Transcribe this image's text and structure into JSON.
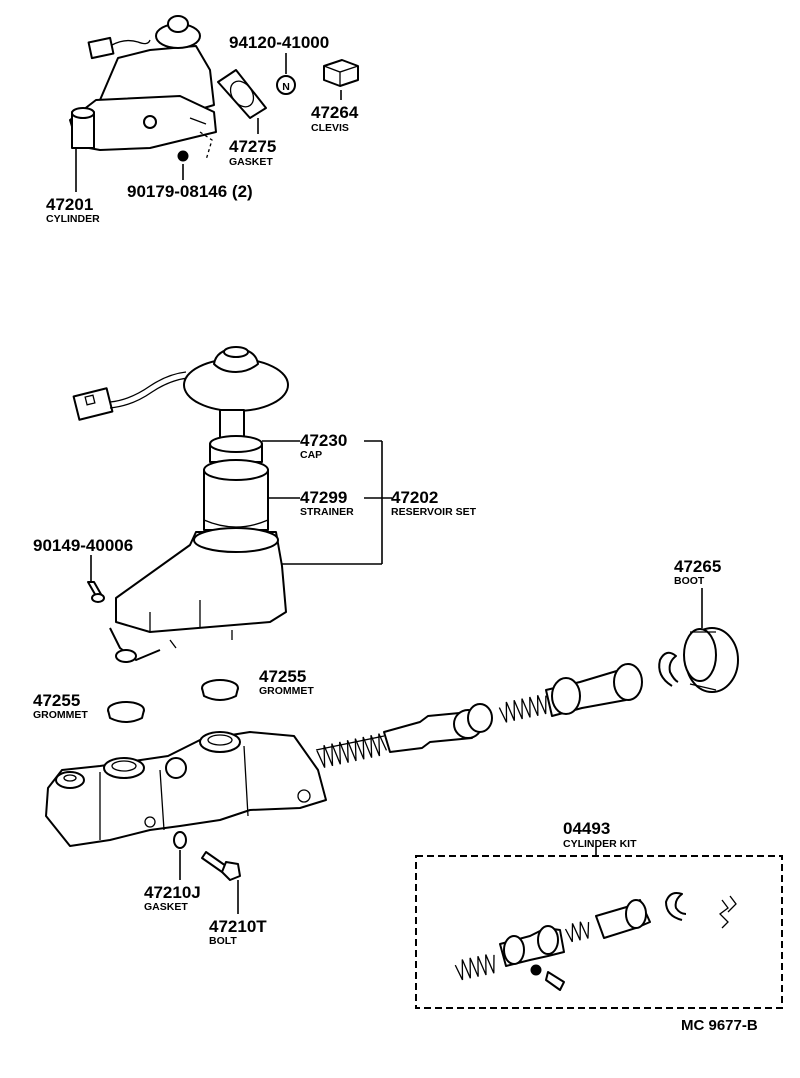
{
  "parts": {
    "p94120": {
      "number": "94120-41000",
      "label": ""
    },
    "p47264": {
      "number": "47264",
      "label": "CLEVIS"
    },
    "p47275": {
      "number": "47275",
      "label": "GASKET"
    },
    "p47201": {
      "number": "47201",
      "label": "CYLINDER"
    },
    "p90179": {
      "number": "90179-08146 (2)",
      "label": ""
    },
    "p47230": {
      "number": "47230",
      "label": "CAP"
    },
    "p47299": {
      "number": "47299",
      "label": "STRAINER"
    },
    "p47202": {
      "number": "47202",
      "label": "RESERVOIR SET"
    },
    "p90149": {
      "number": "90149-40006",
      "label": ""
    },
    "p47265": {
      "number": "47265",
      "label": "BOOT"
    },
    "p47255a": {
      "number": "47255",
      "label": "GROMMET"
    },
    "p47255b": {
      "number": "47255",
      "label": "GROMMET"
    },
    "p04493": {
      "number": "04493",
      "label": "CYLINDER KIT"
    },
    "p47210J": {
      "number": "47210J",
      "label": "GASKET"
    },
    "p47210T": {
      "number": "47210T",
      "label": "BOLT"
    }
  },
  "n_marker": "N",
  "reference": "MC 9677-B"
}
